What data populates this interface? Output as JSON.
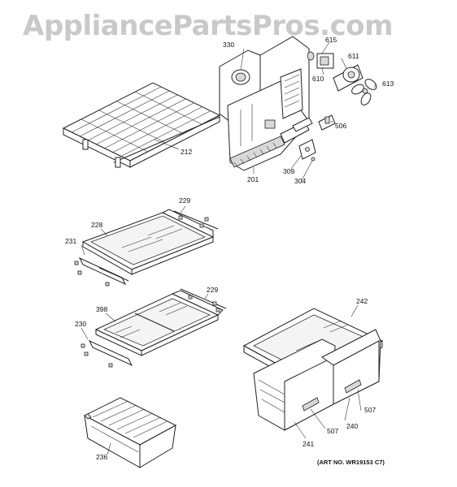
{
  "watermark": "AppliancePartsPros.com",
  "art_number": "(ART NO. WR19153 C7)",
  "callouts": {
    "c330": "330",
    "c615": "615",
    "c611": "611",
    "c610": "610",
    "c613": "613",
    "c506": "506",
    "c212": "212",
    "c309": "309",
    "c304": "304",
    "c201": "201",
    "c229a": "229",
    "c228": "228",
    "c231": "231",
    "c229b": "229",
    "c398": "398",
    "c230": "230",
    "c242": "242",
    "c507a": "507",
    "c240": "240",
    "c507b": "507",
    "c241": "241",
    "c236": "236"
  }
}
